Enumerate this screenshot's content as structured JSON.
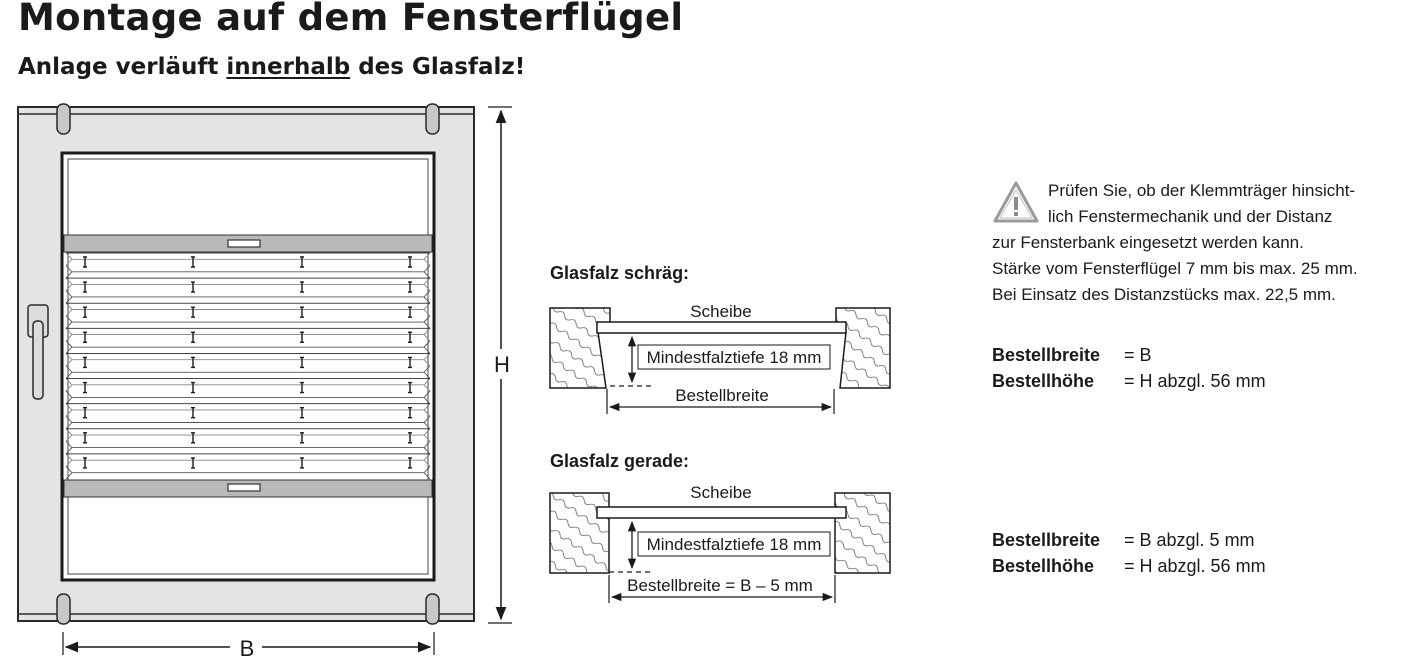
{
  "heading": {
    "title": "Montage auf dem Fensterflügel",
    "subtitle_pre": "Anlage verläuft ",
    "subtitle_underlined": "innerhalb",
    "subtitle_post": " des Glasfalz!"
  },
  "window": {
    "height_label": "H",
    "width_label": "B"
  },
  "glasfalz_schraeg": {
    "heading": "Glasfalz schräg:",
    "pane_label": "Scheibe",
    "depth_label": "Mindestfalztiefe 18 mm",
    "width_label": "Bestellbreite"
  },
  "glasfalz_gerade": {
    "heading": "Glasfalz gerade:",
    "pane_label": "Scheibe",
    "depth_label": "Mindestfalztiefe 18 mm",
    "width_label": "Bestellbreite = B – 5 mm"
  },
  "note": {
    "line1": "Prüfen Sie, ob der Klemmträger hinsicht-",
    "line2": "lich Fenstermechanik und der Distanz",
    "line3": "zur Fensterbank eingesetzt werden kann.",
    "line4": "Stärke vom Fensterflügel 7 mm bis max. 25 mm.",
    "line5": "Bei Einsatz des Distanzstücks max. 22,5 mm."
  },
  "order_schraeg": {
    "width_label": "Bestellbreite",
    "width_value": "= B",
    "height_label": "Bestellhöhe",
    "height_value": "= H abzgl. 56 mm"
  },
  "order_gerade": {
    "width_label": "Bestellbreite",
    "width_value": "= B abzgl. 5 mm",
    "height_label": "Bestellhöhe",
    "height_value": "= H abzgl. 56 mm"
  },
  "icons": {
    "warning": "warning-triangle-icon",
    "handle": "window-handle-icon"
  }
}
